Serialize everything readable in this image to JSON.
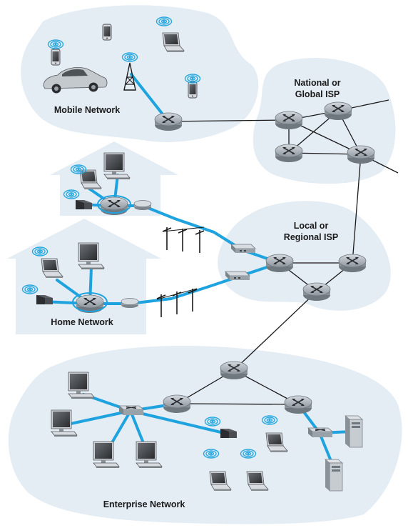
{
  "labels": {
    "mobile_network": "Mobile Network",
    "national_isp_line1": "National or",
    "national_isp_line2": "Global ISP",
    "local_isp_line1": "Local or",
    "local_isp_line2": "Regional ISP",
    "home_network": "Home Network",
    "enterprise_network": "Enterprise Network"
  },
  "colors": {
    "region_fill": "#e4ecf4",
    "access_link": "#1fa3de",
    "core_link": "#1a1a1a",
    "router_body": "#a9b0b7",
    "wifi_signal": "#29a9e0"
  },
  "icons": [
    "router-icon",
    "switch-icon",
    "laptop-icon",
    "desktop-icon",
    "phone-icon",
    "car-icon",
    "cell-tower-icon",
    "modem-icon",
    "wifi-router-icon",
    "server-icon",
    "telephone-pole-icon",
    "wifi-signal-icon"
  ]
}
